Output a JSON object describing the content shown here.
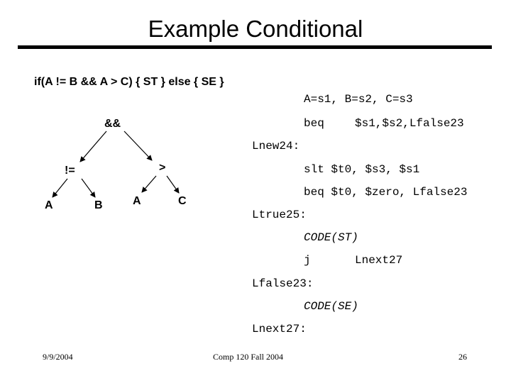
{
  "slide": {
    "title": "Example Conditional",
    "condition": "if(A != B && A > C) { ST } else { SE }"
  },
  "tree": {
    "and": "&&",
    "ne": "!=",
    "gt": ">",
    "ne_left": "A",
    "ne_right": "B",
    "gt_left": "A",
    "gt_right": "C"
  },
  "code": {
    "regs": "A=s1, B=s2, C=s3",
    "beq_op": "beq",
    "beq_args": "$s1,$s2,Lfalse23",
    "label_new": "Lnew24:",
    "slt": "slt $t0, $s3, $s1",
    "beq2": "beq $t0, $zero, Lfalse23",
    "label_true": "Ltrue25:",
    "code_st": "CODE(ST)",
    "j_op": "j",
    "j_target": "Lnext27",
    "label_false": "Lfalse23:",
    "code_se": "CODE(SE)",
    "label_next": "Lnext27:"
  },
  "footer": {
    "date": "9/9/2004",
    "course": "Comp 120 Fall 2004",
    "page": "26"
  }
}
